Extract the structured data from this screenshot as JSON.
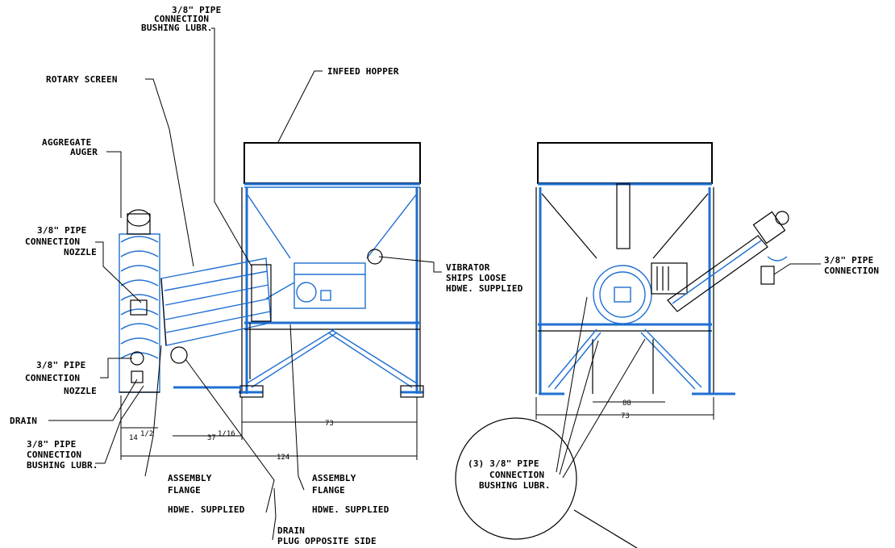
{
  "colors": {
    "linework": "#000000",
    "structure": "#1f6fd1",
    "background": "#ffffff"
  },
  "labels": {
    "pipe_top_1": "3/8\" PIPE",
    "pipe_top_2": "CONNECTION",
    "pipe_top_3": "BUSHING LUBR.",
    "rotary_screen": "ROTARY SCREEN",
    "infeed_hopper": "INFEED HOPPER",
    "aggregate_1": "AGGREGATE",
    "aggregate_2": "AUGER",
    "nozzle_a_1": "3/8\" PIPE",
    "nozzle_a_2": "CONNECTION",
    "nozzle_a_3": "NOZZLE",
    "vibrator_1": "VIBRATOR",
    "vibrator_2": "SHIPS LOOSE",
    "vibrator_3": "HDWE. SUPPLIED",
    "nozzle_b_1": "3/8\" PIPE",
    "nozzle_b_2": "CONNECTION",
    "nozzle_b_3": "NOZZLE",
    "drain": "DRAIN",
    "bushing_left_1": "3/8\" PIPE",
    "bushing_left_2": "CONNECTION",
    "bushing_left_3": "BUSHING LUBR.",
    "flange_a_1": "ASSEMBLY",
    "flange_a_2": "FLANGE",
    "flange_a_3": "HDWE. SUPPLIED",
    "flange_b_1": "ASSEMBLY",
    "flange_b_2": "FLANGE",
    "flange_b_3": "HDWE. SUPPLIED",
    "drain_plug_1": "DRAIN",
    "drain_plug_2": "PLUG OPPOSITE SIDE",
    "right_pipe_1": "3/8\" PIPE",
    "right_pipe_2": "CONNECTION",
    "circle_1": "(3) 3/8\" PIPE",
    "circle_2": "CONNECTION",
    "circle_3": "BUSHING LUBR."
  },
  "dimensions": {
    "d_14": "14",
    "d_14_frac": "1/2",
    "d_37": "37",
    "d_37_frac": "1/16",
    "d_73_left": "73",
    "d_124": "124",
    "d_88": "88",
    "d_73_right": "73"
  }
}
